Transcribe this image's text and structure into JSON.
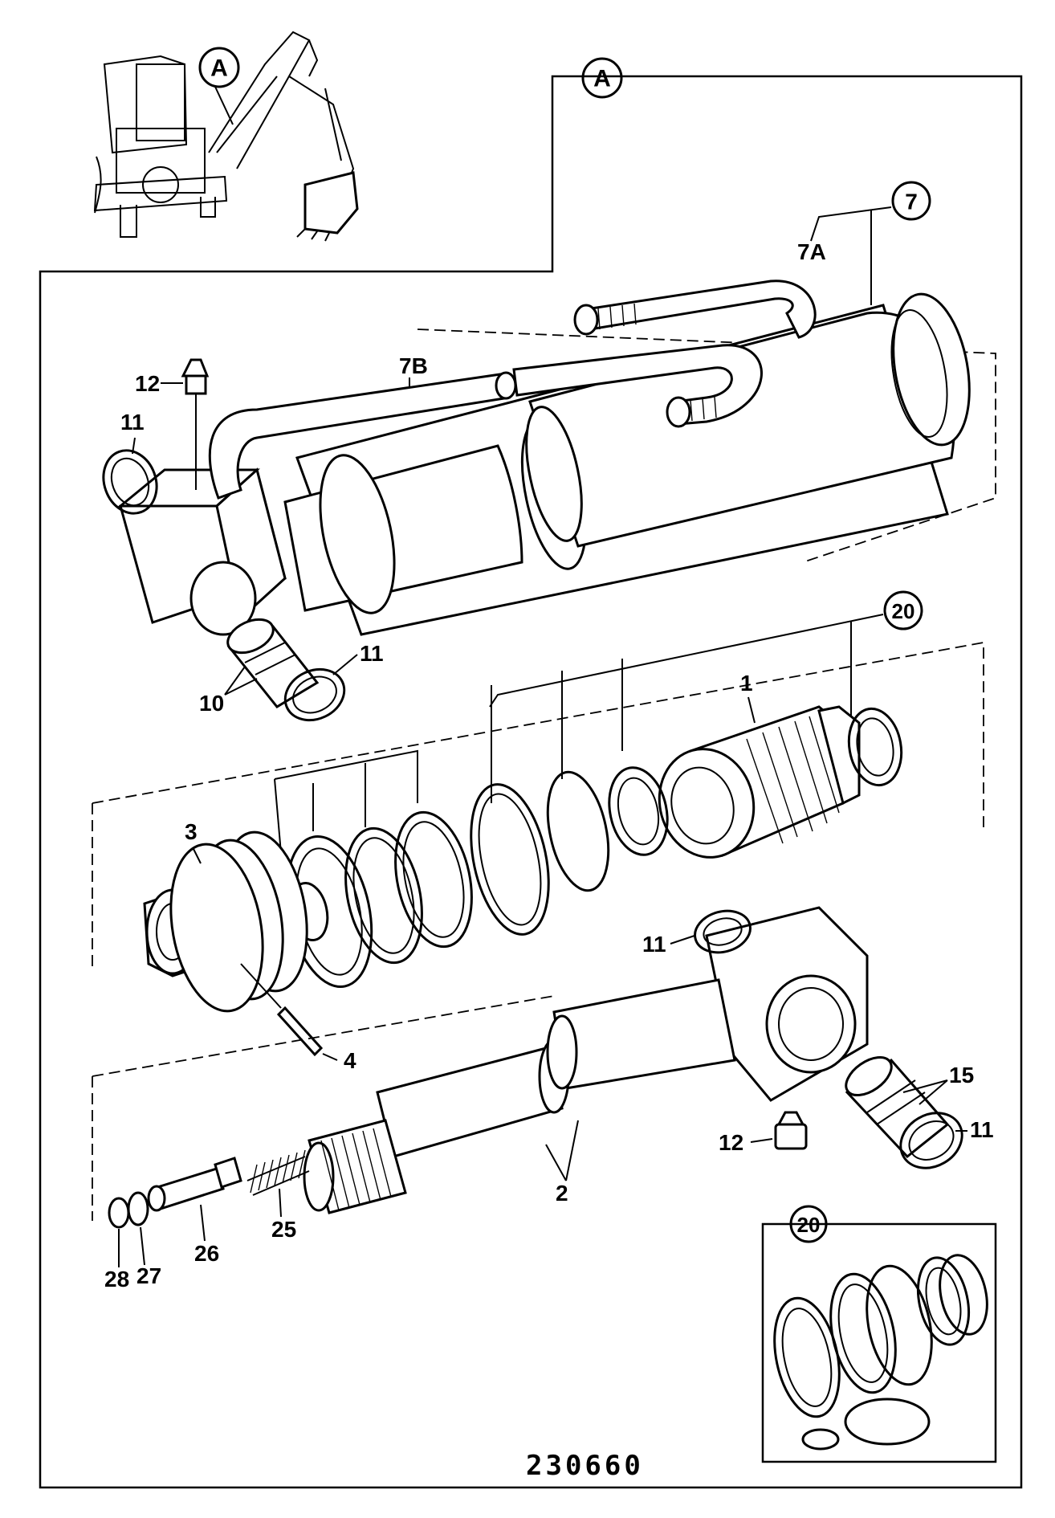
{
  "reference_number": "230660",
  "view_markers": {
    "inset": "A",
    "main": "A"
  },
  "assembly_markers": {
    "pipe_assembly": "7",
    "seal_kit": "20",
    "seal_kit_inset": "20"
  },
  "labels": {
    "pipe_7a": "7A",
    "pipe_7b": "7B",
    "grease_nipple_top": "12",
    "bush_top_left": "11",
    "bush_lower_left": "11",
    "bushes_10": "10",
    "gland_nut": "1",
    "piston": "3",
    "roll_pin": "4",
    "bush_rod_eye_top": "11",
    "bushes_15": "15",
    "bush_rod_eye_lower": "11",
    "grease_nipple_rod": "12",
    "piston_rod": "2",
    "spring": "25",
    "valve_spool": "26",
    "washer": "27",
    "circlip": "28"
  },
  "colors": {
    "line": "#000000",
    "background": "#ffffff"
  }
}
